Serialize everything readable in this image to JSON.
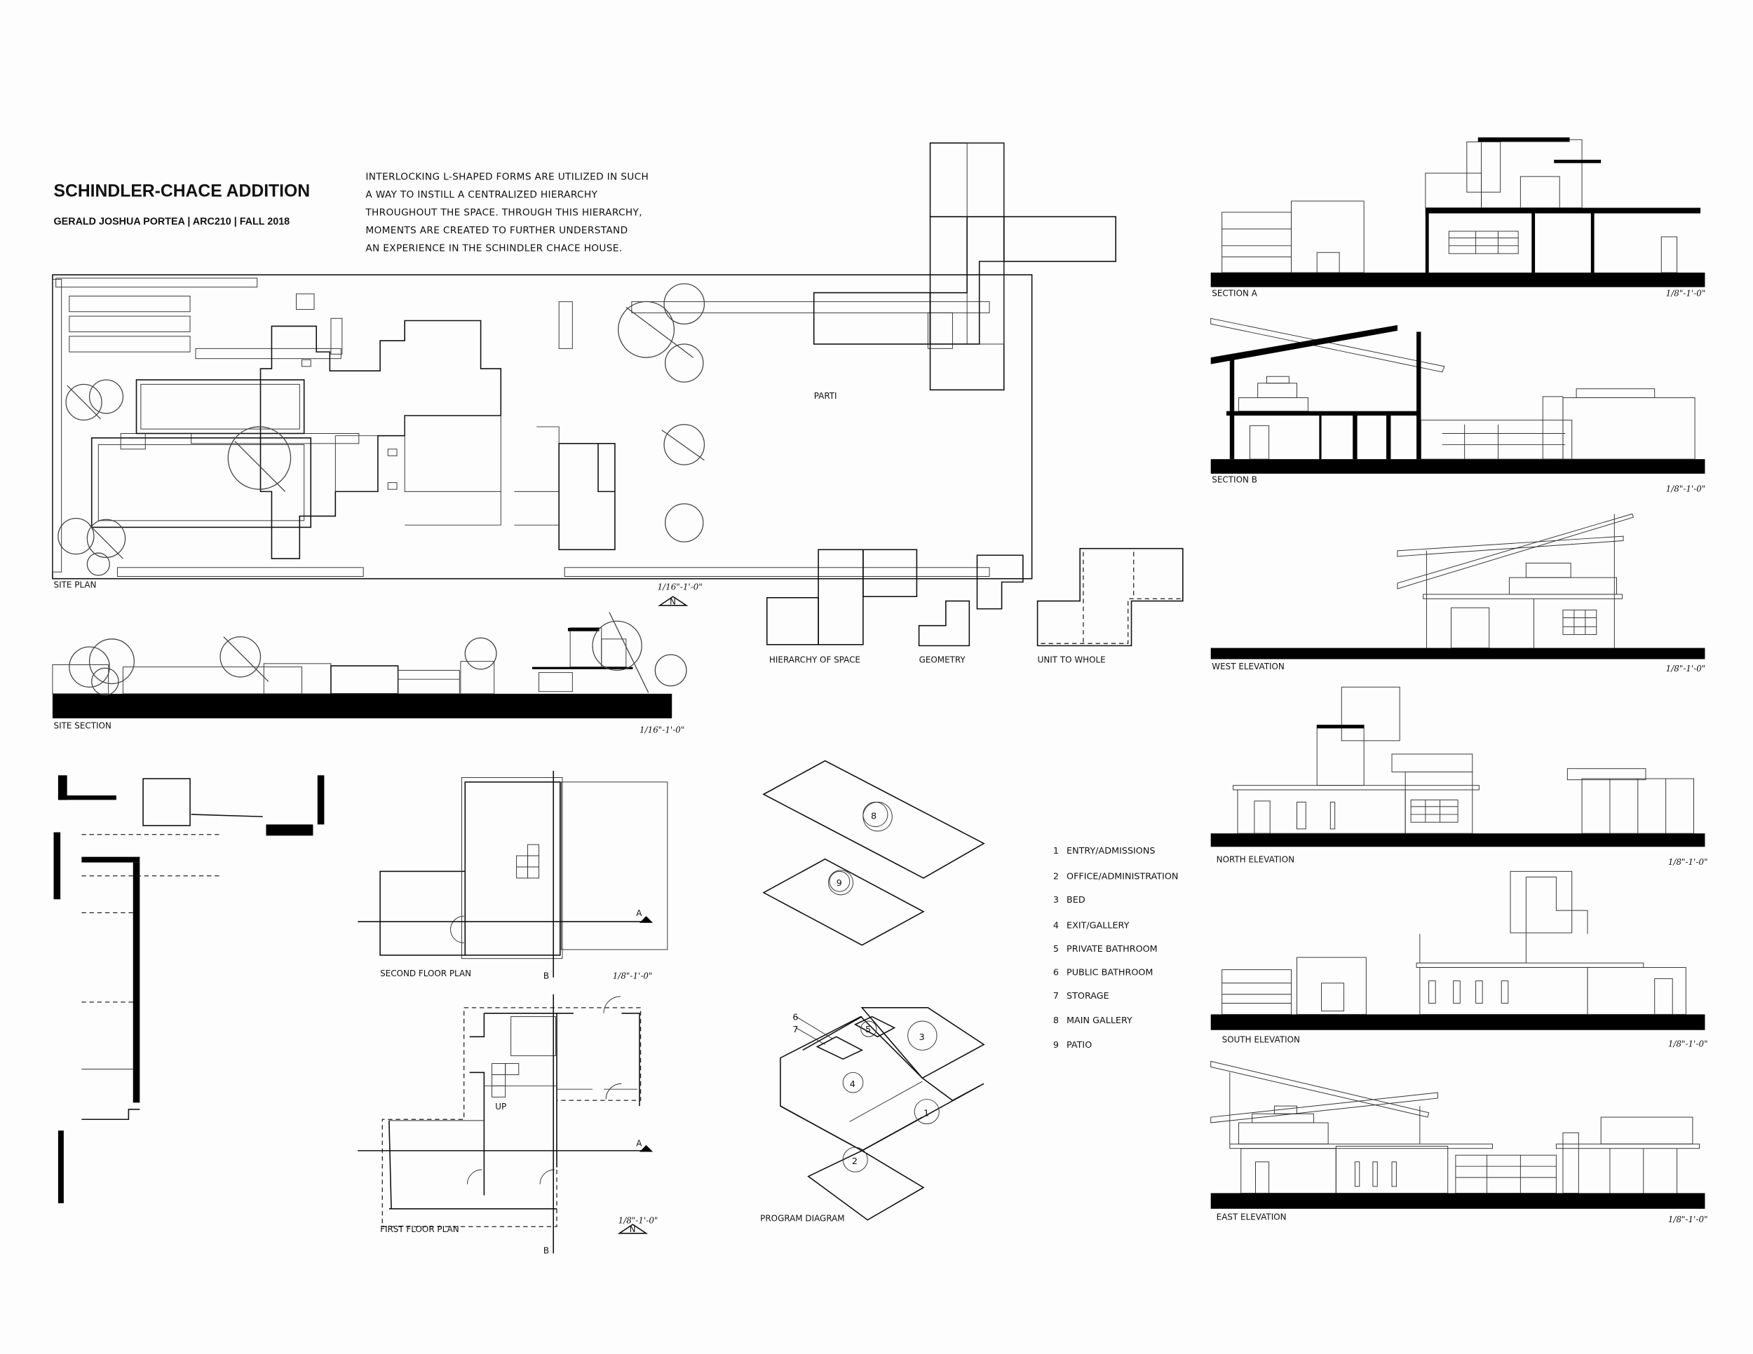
{
  "header": {
    "title": "SCHINDLER-CHACE ADDITION",
    "subtitle": "GERALD JOSHUA PORTEA | ARC210 | FALL 2018",
    "statement": [
      "INTERLOCKING L-SHAPED FORMS ARE UTILIZED IN SUCH",
      "A WAY TO INSTILL A CENTRALIZED HIERARCHY",
      "THROUGHOUT THE SPACE. THROUGH THIS HIERARCHY,",
      "MOMENTS ARE CREATED TO FURTHER UNDERSTAND",
      "AN EXPERIENCE IN THE SCHINDLER CHACE HOUSE."
    ]
  },
  "drawings": {
    "site_plan": {
      "label": "SITE PLAN",
      "scale": "1/16\"-1'-0\"",
      "north": "N"
    },
    "site_section": {
      "label": "SITE SECTION",
      "scale": "1/16\"-1'-0\""
    },
    "parti": {
      "label": "PARTI"
    },
    "hierarchy": {
      "label": "HIERARCHY OF SPACE"
    },
    "geometry": {
      "label": "GEOMETRY"
    },
    "unit_to_whole": {
      "label": "UNIT TO WHOLE"
    },
    "second_floor": {
      "label": "SECOND FLOOR PLAN",
      "scale": "1/8\"-1'-0\"",
      "cut_a": "A",
      "cut_b": "B"
    },
    "first_floor": {
      "label": "FIRST FLOOR PLAN",
      "scale": "1/8\"-1'-0\"",
      "cut_a": "A",
      "cut_b": "B",
      "north": "N",
      "stair": "UP"
    },
    "program": {
      "label": "PROGRAM DIAGRAM",
      "numbers": [
        "1",
        "2",
        "3",
        "4",
        "5",
        "6",
        "7",
        "8",
        "9"
      ]
    },
    "section_a": {
      "label": "SECTION A",
      "scale": "1/8\"-1'-0\""
    },
    "section_b": {
      "label": "SECTION B",
      "scale": "1/8\"-1'-0\""
    },
    "west": {
      "label": "WEST ELEVATION",
      "scale": "1/8\"-1'-0\""
    },
    "north": {
      "label": "NORTH ELEVATION",
      "scale": "1/8\"-1'-0\""
    },
    "south": {
      "label": "SOUTH ELEVATION",
      "scale": "1/8\"-1'-0\""
    },
    "east": {
      "label": "EAST ELEVATION",
      "scale": "1/8\"-1'-0\""
    }
  },
  "legend": [
    {
      "num": "1",
      "text": "ENTRY/ADMISSIONS"
    },
    {
      "num": "2",
      "text": "OFFICE/ADMINISTRATION"
    },
    {
      "num": "3",
      "text": "BED"
    },
    {
      "num": "4",
      "text": "EXIT/GALLERY"
    },
    {
      "num": "5",
      "text": "PRIVATE BATHROOM"
    },
    {
      "num": "6",
      "text": "PUBLIC BATHROOM"
    },
    {
      "num": "7",
      "text": "STORAGE"
    },
    {
      "num": "8",
      "text": "MAIN GALLERY"
    },
    {
      "num": "9",
      "text": "PATIO"
    }
  ]
}
